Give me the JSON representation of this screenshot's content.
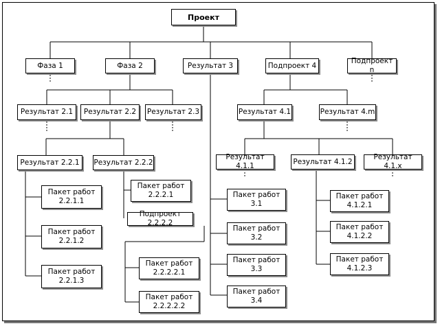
{
  "diagram": {
    "root": "Проект",
    "level1": {
      "phase1": "Фаза 1",
      "phase2": "Фаза 2",
      "result3": "Результат 3",
      "subproject4": "Подпроект 4",
      "subproject_n": "Подпроект n"
    },
    "level2": {
      "r21": "Результат 2.1",
      "r22": "Результат 2.2",
      "r23": "Результат 2.3",
      "r41": "Результат 4.1",
      "r4m": "Результат 4.m"
    },
    "level3": {
      "r221": "Результат 2.2.1",
      "r222": "Результат 2.2.2",
      "r411": "Результат 4.1.1",
      "r412": "Результат 4.1.2",
      "r41x": "Результат 4.1.x"
    },
    "subproject_2222": "Подпроект 2.2.2.2",
    "work_package_label": "Пакет работ",
    "packages": {
      "p2211": "2.2.1.1",
      "p2212": "2.2.1.2",
      "p2213": "2.2.1.3",
      "p2221": "2.2.2.1",
      "p22221": "2.2.2.2.1",
      "p22222": "2.2.2.2.2",
      "p31": "3.1",
      "p32": "3.2",
      "p33": "3.3",
      "p34": "3.4",
      "p4121": "4.1.2.1",
      "p4122": "4.1.2.2",
      "p4123": "4.1.2.3"
    }
  }
}
